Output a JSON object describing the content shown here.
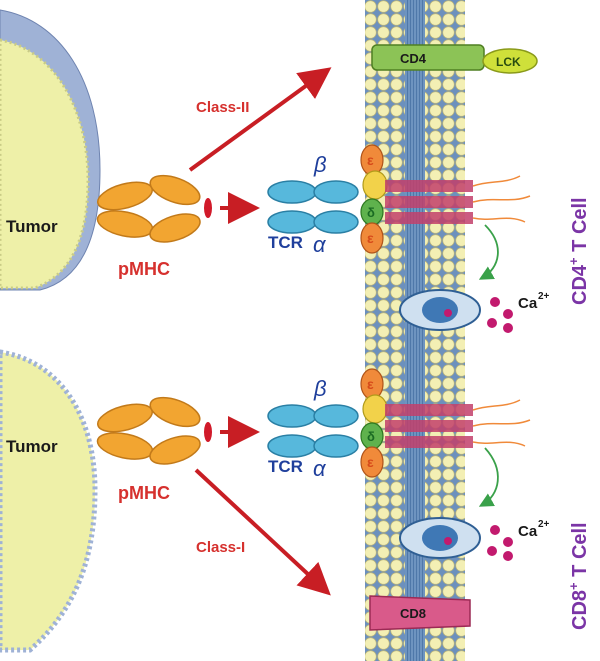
{
  "top_panel": {
    "tumor_label": "Tumor",
    "pmhc_label": "pMHC",
    "class_label": "Class-II",
    "tcr_label": "TCR",
    "alpha": "α",
    "beta": "β",
    "epsilon": "ε",
    "delta": "δ",
    "ca_label": "Ca",
    "ca_charge": "2+",
    "coreceptor_label": "CD4",
    "kinase_label": "LCK",
    "cell_prefix": "CD4",
    "cell_sup": "+",
    "cell_suffix": " T Cell"
  },
  "bottom_panel": {
    "tumor_label": "Tumor",
    "pmhc_label": "pMHC",
    "class_label": "Class-I",
    "tcr_label": "TCR",
    "alpha": "α",
    "beta": "β",
    "epsilon": "ε",
    "delta": "δ",
    "ca_label": "Ca",
    "ca_charge": "2+",
    "coreceptor_label": "CD8",
    "cell_prefix": "CD8",
    "cell_sup": "+",
    "cell_suffix": " T Cell"
  },
  "colors": {
    "arrow": "#c81e24",
    "tumor_fill": "#eef0a8",
    "tumor_envelope": "#9fb2d6",
    "membrane_head": "#f3efb4",
    "membrane_tail": "#5f86b3",
    "mhc": "#f2a531",
    "tcr": "#57b8dc",
    "cd3_epsilon": "#f08a3a",
    "cd3_gamma": "#f2d24a",
    "cd3_delta": "#5fb24d",
    "zeta": "#c23f6b",
    "cd4": "#8cc356",
    "lck": "#cfe03a",
    "cd8": "#d95a8a",
    "calcium": "#c21a6e",
    "cell_label": "#7b35a6"
  }
}
